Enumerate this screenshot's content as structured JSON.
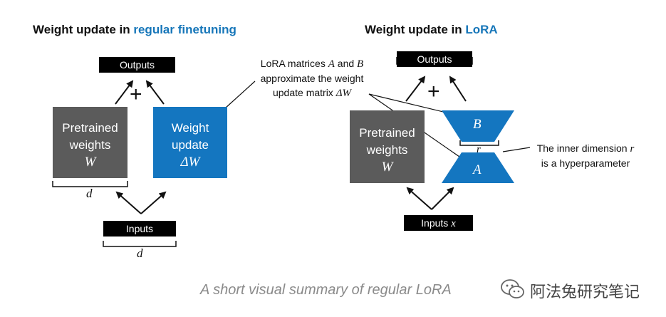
{
  "left": {
    "title_prefix": "Weight update in ",
    "title_accent": "regular finetuning",
    "outputs_label": "Outputs",
    "plus": "+",
    "pretrained_line1": "Pretrained",
    "pretrained_line2": "weights",
    "pretrained_symbol": "W",
    "update_line1": "Weight",
    "update_line2": "update",
    "update_symbol": "ΔW",
    "dim_label_pretrained": "d",
    "inputs_label": "Inputs",
    "dim_label_inputs": "d"
  },
  "right": {
    "title_prefix": "Weight update in ",
    "title_accent": "LoRA",
    "outputs_label": "Outputs",
    "plus": "+",
    "pretrained_line1": "Pretrained",
    "pretrained_line2": "weights",
    "pretrained_symbol": "W",
    "matrix_b": "B",
    "matrix_a": "A",
    "rank_label": "r",
    "inputs_label": "Inputs",
    "inputs_symbol": "x"
  },
  "annotations": {
    "lora_note_line1_a": "LoRA matrices ",
    "lora_note_A": "A",
    "lora_note_line1_b": " and ",
    "lora_note_B": "B",
    "lora_note_line2": "approximate the weight",
    "lora_note_line3": "update matrix ",
    "lora_note_dW": "ΔW",
    "inner_dim_line1": "The inner dimension ",
    "inner_dim_r": "r",
    "inner_dim_line2": "is a hyperparameter"
  },
  "caption": "A short visual summary of regular LoRA",
  "watermark": "阿法兔研究笔记",
  "colors": {
    "accent": "#1676b9",
    "blue_box": "#1476c0",
    "gray_box": "#5b5b5b",
    "black_box": "#000000"
  },
  "icons": [
    "wechat-icon"
  ]
}
